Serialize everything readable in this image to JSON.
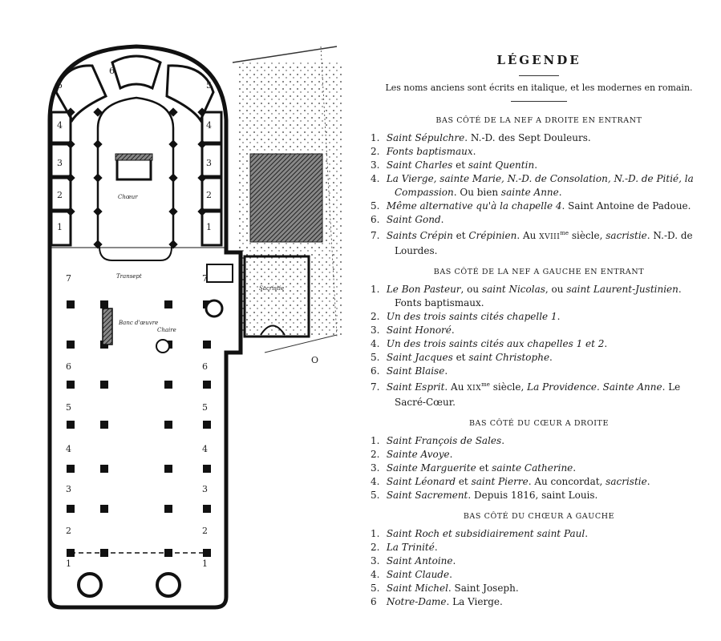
{
  "legend": {
    "title": "LÉGENDE",
    "intro": "Les noms anciens sont écrits en italique, et les modernes en romain.",
    "sections": [
      {
        "heading": "BAS CÔTÉ DE LA NEF A DROITE EN ENTRANT",
        "items": [
          {
            "num": "1.",
            "parts": [
              {
                "t": "Saint Sépulchre",
                "i": true
              },
              {
                "t": ". N.-D. des Sept Douleurs."
              }
            ]
          },
          {
            "num": "2.",
            "parts": [
              {
                "t": "Fonts baptismaux",
                "i": true
              },
              {
                "t": "."
              }
            ]
          },
          {
            "num": "3.",
            "parts": [
              {
                "t": "Saint Charles",
                "i": true
              },
              {
                "t": " et "
              },
              {
                "t": "saint Quentin",
                "i": true
              },
              {
                "t": "."
              }
            ]
          },
          {
            "num": "4.",
            "parts": [
              {
                "t": "La Vierge, sainte Marie, N.-D. de Consolation, N.-D. de Pitié, la Compassion",
                "i": true
              },
              {
                "t": ". Ou bien "
              },
              {
                "t": "sainte Anne",
                "i": true
              },
              {
                "t": "."
              }
            ]
          },
          {
            "num": "5.",
            "parts": [
              {
                "t": "Même alternative qu'à la chapelle 4",
                "i": true
              },
              {
                "t": ". Saint Antoine de Padoue."
              }
            ]
          },
          {
            "num": "6.",
            "parts": [
              {
                "t": "Saint Gond",
                "i": true
              },
              {
                "t": "."
              }
            ]
          },
          {
            "num": "7.",
            "parts": [
              {
                "t": "Saints Crépin",
                "i": true
              },
              {
                "t": " et "
              },
              {
                "t": "Crépinien",
                "i": true
              },
              {
                "t": ". Au "
              },
              {
                "t": "XVIII",
                "sc": true
              },
              {
                "t": "me",
                "sup": true
              },
              {
                "t": " siècle, "
              },
              {
                "t": "sacristie",
                "i": true
              },
              {
                "t": ". N.-D. de Lourdes."
              }
            ]
          }
        ]
      },
      {
        "heading": "BAS CÔTÉ DE LA NEF A GAUCHE EN ENTRANT",
        "items": [
          {
            "num": "1.",
            "parts": [
              {
                "t": "Le Bon Pasteur",
                "i": true
              },
              {
                "t": ", ou "
              },
              {
                "t": "saint Nicolas",
                "i": true
              },
              {
                "t": ", ou "
              },
              {
                "t": "saint Laurent-Justinien",
                "i": true
              },
              {
                "t": ". Fonts baptismaux."
              }
            ]
          },
          {
            "num": "2.",
            "parts": [
              {
                "t": "Un des trois saints cités chapelle 1",
                "i": true
              },
              {
                "t": "."
              }
            ]
          },
          {
            "num": "3.",
            "parts": [
              {
                "t": "Saint Honoré",
                "i": true
              },
              {
                "t": "."
              }
            ]
          },
          {
            "num": "4.",
            "parts": [
              {
                "t": "Un des trois saints cités aux chapelles 1 et 2",
                "i": true
              },
              {
                "t": "."
              }
            ]
          },
          {
            "num": "5.",
            "parts": [
              {
                "t": "Saint Jacques",
                "i": true
              },
              {
                "t": " et "
              },
              {
                "t": "saint Christophe",
                "i": true
              },
              {
                "t": "."
              }
            ]
          },
          {
            "num": "6.",
            "parts": [
              {
                "t": "Saint Blaise",
                "i": true
              },
              {
                "t": "."
              }
            ]
          },
          {
            "num": "7.",
            "parts": [
              {
                "t": "Saint Esprit",
                "i": true
              },
              {
                "t": ". Au "
              },
              {
                "t": "XIX",
                "sc": true
              },
              {
                "t": "me",
                "sup": true
              },
              {
                "t": " siècle, "
              },
              {
                "t": "La Providence. Sainte Anne",
                "i": true
              },
              {
                "t": ". Le Sacré-Cœur."
              }
            ]
          }
        ]
      },
      {
        "heading": "BAS CÔTÉ DU CŒUR A DROITE",
        "items": [
          {
            "num": "1.",
            "parts": [
              {
                "t": "Saint François de Sales",
                "i": true
              },
              {
                "t": "."
              }
            ]
          },
          {
            "num": "2.",
            "parts": [
              {
                "t": "Sainte Avoye",
                "i": true
              },
              {
                "t": "."
              }
            ]
          },
          {
            "num": "3.",
            "parts": [
              {
                "t": "Sainte Marguerite",
                "i": true
              },
              {
                "t": " et "
              },
              {
                "t": "sainte Catherine",
                "i": true
              },
              {
                "t": "."
              }
            ]
          },
          {
            "num": "4.",
            "parts": [
              {
                "t": "Saint Léonard",
                "i": true
              },
              {
                "t": " et "
              },
              {
                "t": "saint Pierre",
                "i": true
              },
              {
                "t": ". Au concordat, "
              },
              {
                "t": "sacristie",
                "i": true
              },
              {
                "t": "."
              }
            ]
          },
          {
            "num": "5.",
            "parts": [
              {
                "t": "Saint Sacrement",
                "i": true
              },
              {
                "t": ". Depuis 1816, saint Louis."
              }
            ]
          }
        ]
      },
      {
        "heading": "BAS CÔTÉ DU CHŒUR A GAUCHE",
        "items": [
          {
            "num": "1.",
            "parts": [
              {
                "t": "Saint Roch et subsidiairement saint Paul",
                "i": true
              },
              {
                "t": "."
              }
            ]
          },
          {
            "num": "2.",
            "parts": [
              {
                "t": "La Trinité",
                "i": true
              },
              {
                "t": "."
              }
            ]
          },
          {
            "num": "3.",
            "parts": [
              {
                "t": "Saint Antoine",
                "i": true
              },
              {
                "t": "."
              }
            ]
          },
          {
            "num": "4.",
            "parts": [
              {
                "t": "Saint Claude",
                "i": true
              },
              {
                "t": "."
              }
            ]
          },
          {
            "num": "5.",
            "parts": [
              {
                "t": "Saint Michel",
                "i": true
              },
              {
                "t": ". Saint Joseph."
              }
            ]
          },
          {
            "num": "6",
            "parts": [
              {
                "t": "Notre-Dame",
                "i": true
              },
              {
                "t": ". La Vierge."
              }
            ]
          }
        ]
      }
    ]
  },
  "plan": {
    "labels": {
      "choeur": "Chœur",
      "transept": "Transept",
      "sacristie": "Sacristie",
      "banc": "Banc d'œuvre",
      "chaire": "Chaire"
    },
    "choir_left_numbers": [
      "1",
      "2",
      "3",
      "4",
      "5"
    ],
    "choir_right_numbers": [
      "1",
      "2",
      "3",
      "4",
      "5"
    ],
    "choir_apex_number": "6",
    "nave_left_numbers": [
      "1",
      "2",
      "3",
      "4",
      "5",
      "6",
      "7"
    ],
    "nave_right_numbers": [
      "1",
      "2",
      "3",
      "4",
      "5",
      "6",
      "7"
    ],
    "edge_mark": "O"
  }
}
